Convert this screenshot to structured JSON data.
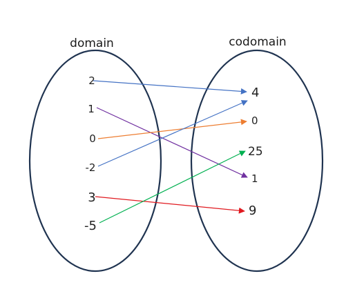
{
  "domain_set": {
    "title": "domain",
    "elements": [
      {
        "id": "d2",
        "label": "2"
      },
      {
        "id": "d1",
        "label": "1"
      },
      {
        "id": "d0",
        "label": "0"
      },
      {
        "id": "dm2",
        "label": "-2"
      },
      {
        "id": "d3",
        "label": "3"
      },
      {
        "id": "dm5",
        "label": "-5"
      }
    ]
  },
  "codomain_set": {
    "title": "codomain",
    "elements": [
      {
        "id": "c4",
        "label": "4"
      },
      {
        "id": "c0",
        "label": "0"
      },
      {
        "id": "c25",
        "label": "25"
      },
      {
        "id": "c1",
        "label": "1"
      },
      {
        "id": "c9",
        "label": "9"
      }
    ]
  },
  "mappings": [
    {
      "from": "2",
      "to": "4",
      "color": "#4472c4"
    },
    {
      "from": "1",
      "to": "1",
      "color": "#7030a0"
    },
    {
      "from": "0",
      "to": "0",
      "color": "#ed7d31"
    },
    {
      "from": "-2",
      "to": "4",
      "color": "#4472c4"
    },
    {
      "from": "3",
      "to": "9",
      "color": "#e0191f"
    },
    {
      "from": "-5",
      "to": "25",
      "color": "#00b050"
    }
  ],
  "colors": {
    "ellipse_stroke": "#1f3350"
  }
}
